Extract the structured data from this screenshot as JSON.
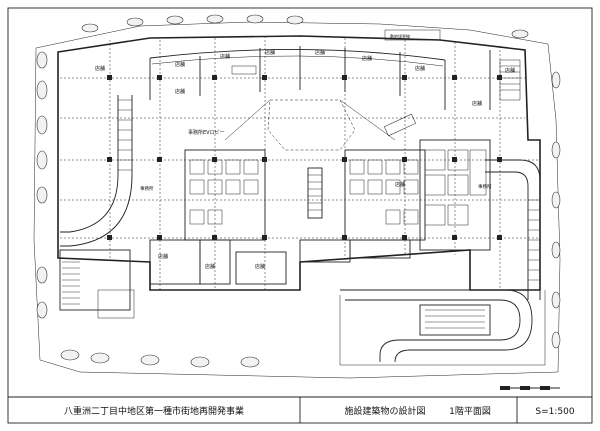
{
  "sheet": {
    "project_name": "八重洲二丁目中地区第一種市街地再開発事業",
    "drawing_category": "施設建築物の設計図",
    "drawing_title": "1階平面図",
    "scale": "S=1:500"
  },
  "plan": {
    "legend_label": "敷地境界線",
    "room_labels": [
      "店舗",
      "店舗",
      "店舗",
      "店舗",
      "店舗",
      "店舗",
      "店舗",
      "店舗",
      "店舗",
      "店舗",
      "店舗",
      "店舗",
      "店舗",
      "店舗"
    ],
    "elevator_hall_label": "事務所EVロビー",
    "side_label_left": "事務所",
    "side_label_right": "事務所"
  },
  "colors": {
    "line": "#222222",
    "background": "#ffffff"
  }
}
